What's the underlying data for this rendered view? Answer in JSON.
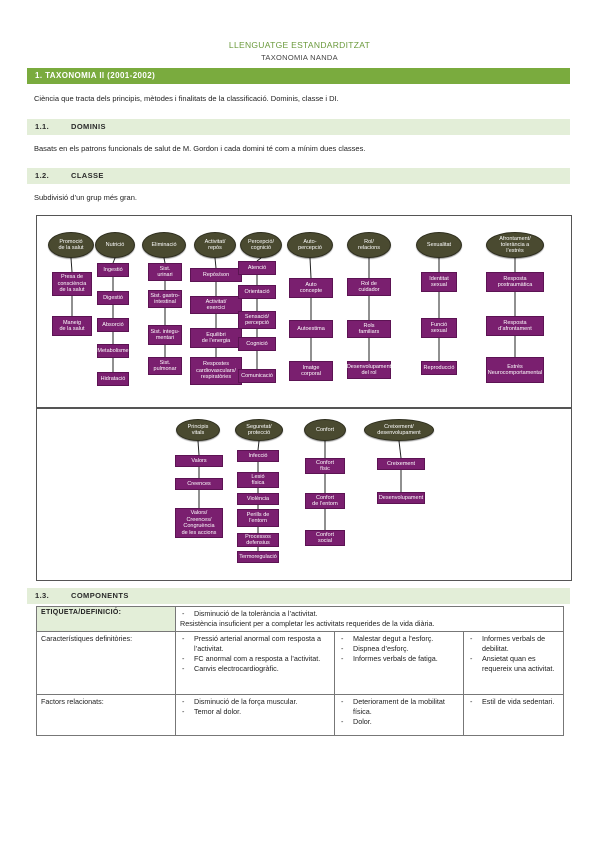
{
  "header": {
    "title": "LLENGUATGE ESTANDARDITZAT",
    "subtitle": "TAXONOMIA NANDA"
  },
  "section1": {
    "label": "1.   TAXONOMIA II (2001-2002)",
    "text": "Ciència que tracta dels principis, mètodes i finalitats de la classificació. Dominis, classe i DI."
  },
  "sub11": {
    "num": "1.1.",
    "title": "DOMINIS",
    "text": "Basats en els patrons funcionals de salut de M. Gordon i cada domini té com a mínim dues classes."
  },
  "sub12": {
    "num": "1.2.",
    "title": "CLASSE",
    "text": "Subdivisió d’un grup més gran."
  },
  "diagram_top": {
    "domains": [
      {
        "name": "Promoció\nde la salut",
        "classes": [
          "Presa de\nconsciència\nde la salut",
          "Maneig\nde la salut"
        ]
      },
      {
        "name": "Nutrició",
        "classes": [
          "Ingestió",
          "Digestió",
          "Absorció",
          "Metabolisme",
          "Hidratació"
        ]
      },
      {
        "name": "Eliminació",
        "classes": [
          "Sist.\nurinari",
          "Sist. gastro-\nintestinal",
          "Sist. integu-\nmentari",
          "Sist.\npulmonar"
        ]
      },
      {
        "name": "Activitat/\nrepòs",
        "classes": [
          "Repòs/son",
          "Activitat/\nexercici",
          "Equilibri\nde l’energia",
          "Respostes\ncardiovasculars/\nrespiratòries"
        ]
      },
      {
        "name": "Percepció/\ncognició",
        "classes": [
          "Atenció",
          "Orientació",
          "Sensació/\npercepció",
          "Cognició",
          "Comunicació"
        ]
      },
      {
        "name": "Auto-\npercepció",
        "classes": [
          "Auto\nconcepte",
          "Autoestima",
          "Imatge\ncorporal"
        ]
      },
      {
        "name": "Rol/\nrelacions",
        "classes": [
          "Rol de\ncuidador",
          "Rols\nfamiliars",
          "Desenvolupament\ndel rol"
        ]
      },
      {
        "name": "Sexualitat",
        "classes": [
          "Identitat\nsexual",
          "Funció\nsexual",
          "Reproducció"
        ]
      },
      {
        "name": "Afrontament/\ntolerància a\nl’estrès",
        "classes": [
          "Resposta\npostraumàtica",
          "Resposta\nd’afrontament",
          "Estrès\nNeurocomportamental"
        ]
      }
    ]
  },
  "diagram_bottom": {
    "domains": [
      {
        "name": "Principis\nvitals",
        "classes": [
          "Valors",
          "Creences",
          "Valors/\nCreences/\nCongruència\nde les accions"
        ]
      },
      {
        "name": "Seguretat/\nprotecció",
        "classes": [
          "Infecció",
          "Lesió\nfísica",
          "Violència",
          "Perills de\nl’entorn",
          "Processos\ndefensius",
          "Termoregulació"
        ]
      },
      {
        "name": "Confort",
        "classes": [
          "Confort\nfísic",
          "Confort\nde l’entorn",
          "Confort\nsocial"
        ]
      },
      {
        "name": "Creixement/\ndesenvolupament",
        "classes": [
          "Creixement",
          "Desenvolupament"
        ]
      }
    ]
  },
  "sub13": {
    "num": "1.3.",
    "title": "COMPONENTS"
  },
  "components": {
    "etiqueta_label": "ETIQUETA/DEFINICIÓ:",
    "etiqueta_item": "Disminució de la tolerància a l’activitat.",
    "etiqueta_def": "Resistència insuficient per a completar les activitats requerides de la vida diària.",
    "caract_label": "Característiques definitòries:",
    "caract_col1": [
      "Pressió arterial anormal com resposta a l’activitat.",
      "FC anormal com a resposta a l’activitat.",
      "Canvis electrocardiogràfic."
    ],
    "caract_col2": [
      "Malestar degut a l’esforç.",
      "Dispnea d’esforç.",
      "Informes verbals de fatiga."
    ],
    "caract_col3": [
      "Informes verbals de debilitat.",
      "Ansietat quan es requereix una activitat."
    ],
    "factors_label": "Factors relacionats:",
    "factors_col1": [
      "Disminució de la força muscular.",
      "Temor al dolor."
    ],
    "factors_col2": [
      "Deteriorament de la mobilitat física.",
      "Dolor."
    ],
    "factors_col3": [
      "Estil de vida sedentari."
    ]
  }
}
